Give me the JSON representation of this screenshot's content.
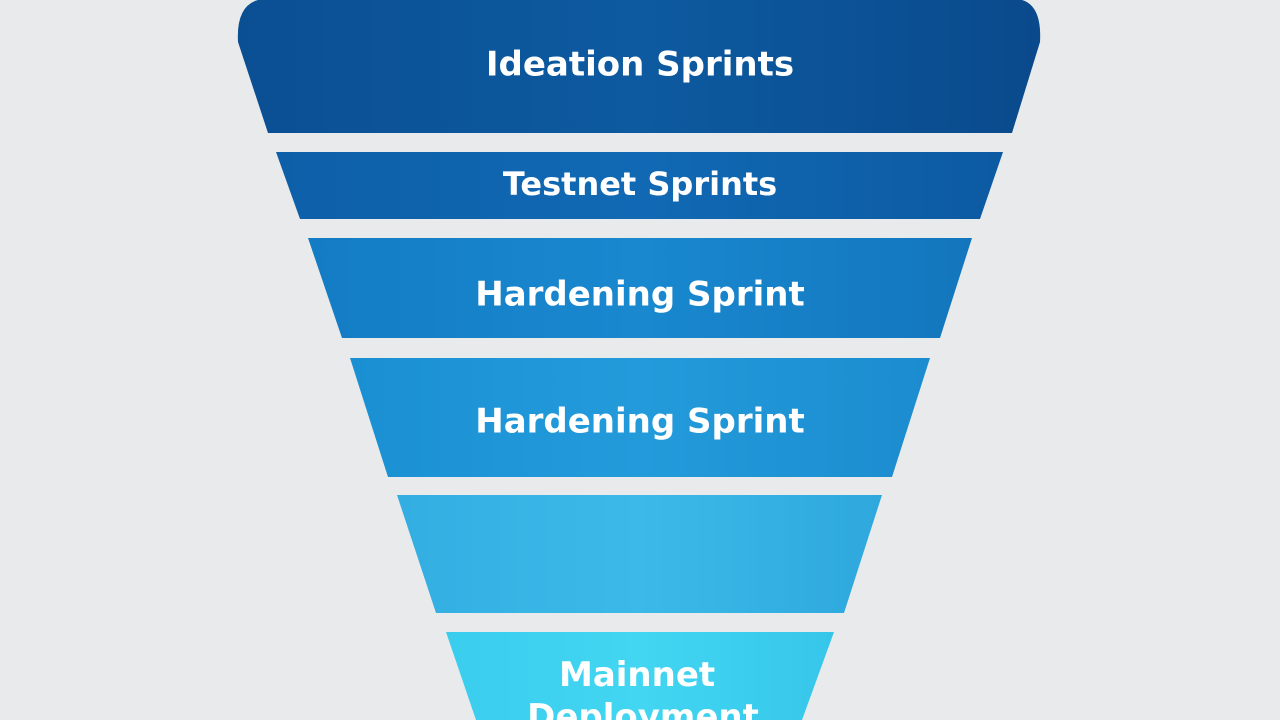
{
  "funnel": {
    "stages": [
      {
        "label": "Ideation Sprints",
        "color": "#0d5aa0"
      },
      {
        "label": "Testnet Sprints",
        "color": "#0f67b1"
      },
      {
        "label": "Hardening Sprint",
        "color": "#1686cc"
      },
      {
        "label": "Hardening Sprint",
        "color": "#2097d8"
      },
      {
        "label": "",
        "color": "#38b6e6"
      },
      {
        "label": "Mainnet Deployment",
        "color": "#3ed2f0"
      }
    ]
  }
}
